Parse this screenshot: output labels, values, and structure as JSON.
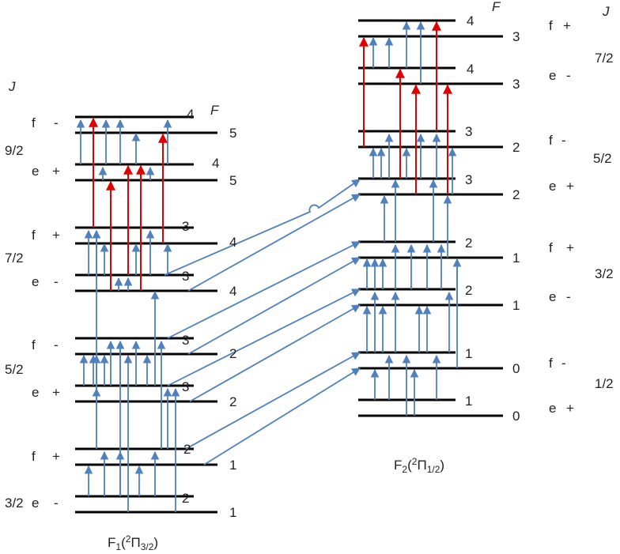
{
  "left_stack": {
    "caption": "F",
    "caption_sub": "1",
    "caption_paren_open": "(",
    "caption_sup": "2",
    "caption_Pi": "Π",
    "caption_pi_sub": "3/2",
    "caption_paren_close": ")",
    "col_J": "J",
    "col_F": "F",
    "J_values": [
      "9/2",
      "7/2",
      "5/2",
      "3/2"
    ],
    "parity": [
      {
        "sym": "f",
        "sign": "-"
      },
      {
        "sym": "e",
        "sign": "+"
      },
      {
        "sym": "f",
        "sign": "+"
      },
      {
        "sym": "e",
        "sign": "-"
      },
      {
        "sym": "f",
        "sign": "-"
      },
      {
        "sym": "e",
        "sign": "+"
      },
      {
        "sym": "f",
        "sign": "+"
      },
      {
        "sym": "e",
        "sign": "-"
      }
    ],
    "F_values": [
      "4",
      "5",
      "4",
      "5",
      "3",
      "4",
      "3",
      "4",
      "3",
      "2",
      "3",
      "2",
      "2",
      "1",
      "2",
      "1"
    ]
  },
  "right_stack": {
    "caption": "F",
    "caption_sub": "2",
    "caption_paren_open": "(",
    "caption_sup": "2",
    "caption_Pi": "Π",
    "caption_pi_sub": "1/2",
    "caption_paren_close": ")",
    "col_J": "J",
    "col_F": "F",
    "J_values": [
      "7/2",
      "5/2",
      "3/2",
      "1/2"
    ],
    "parity": [
      {
        "sym": "f",
        "sign": "+"
      },
      {
        "sym": "e",
        "sign": "-"
      },
      {
        "sym": "f",
        "sign": "-"
      },
      {
        "sym": "e",
        "sign": "+"
      },
      {
        "sym": "f",
        "sign": "+"
      },
      {
        "sym": "e",
        "sign": "-"
      },
      {
        "sym": "f",
        "sign": "-"
      },
      {
        "sym": "e",
        "sign": "+"
      }
    ],
    "F_values": [
      "4",
      "3",
      "4",
      "3",
      "3",
      "2",
      "3",
      "2",
      "2",
      "1",
      "2",
      "1",
      "1",
      "0",
      "1",
      "0"
    ]
  },
  "colors": {
    "level": "#000000",
    "transition": "#4f81bd",
    "highlight": "#e00000"
  }
}
